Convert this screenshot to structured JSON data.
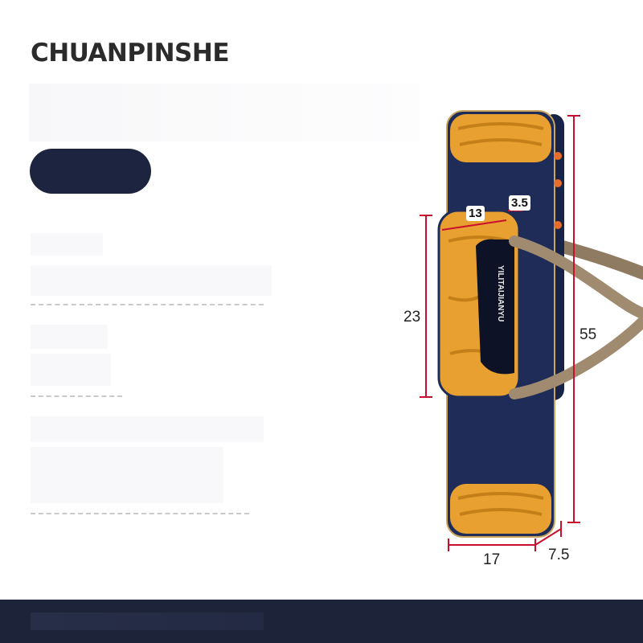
{
  "brand": {
    "name": "CHUANPINSHE"
  },
  "product": {
    "strap_logo": "YILITAIJIANYU",
    "colors": {
      "body": "#1e2c57",
      "panel": "#e8a030",
      "strap": "#a08a70",
      "dimension_line": "#c8102e"
    },
    "dimensions": {
      "height": "55",
      "pocket_height": "23",
      "pocket_width": "13",
      "pocket_depth": "3.5",
      "width": "17",
      "depth": "7.5"
    }
  },
  "colors": {
    "pill": "#1c2440",
    "footer": "#1d2339",
    "brand_text": "#2b2b2b"
  }
}
